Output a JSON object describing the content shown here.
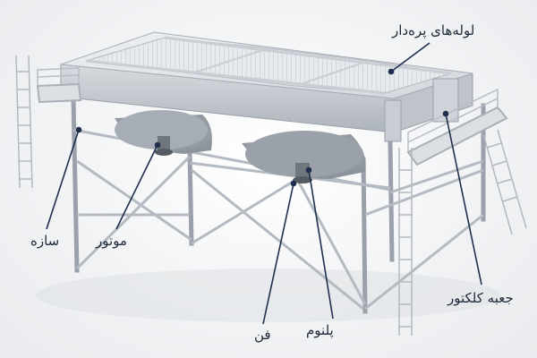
{
  "diagram": {
    "labels": {
      "finned_tubes": "لوله‌های پره‌دار",
      "collector_box": "جعبه کلکتور",
      "structure": "سازه",
      "motor": "موتور",
      "fan": "فن",
      "plenum": "پلنوم"
    },
    "colors": {
      "steel_light": "#e3e6ea",
      "steel_mid": "#c5cad1",
      "steel_dark": "#8e959e",
      "leader": "#1f2f4d",
      "text": "#1d2a3a"
    }
  }
}
